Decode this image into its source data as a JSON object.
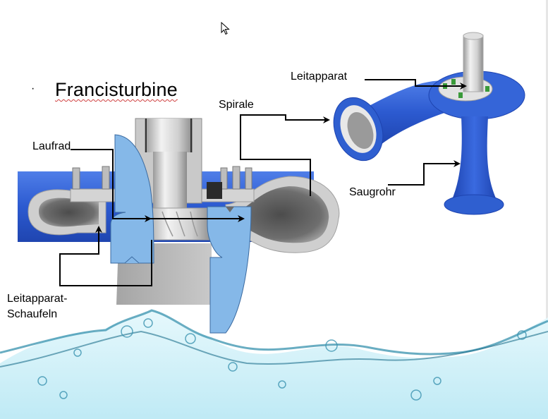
{
  "slide": {
    "bullet": "·",
    "title": "Francisturbine",
    "title_spellcheck_flag": true
  },
  "labels": {
    "laufrad": "Laufrad",
    "spirale": "Spirale",
    "leitapparat": "Leitapparat",
    "saugrohr": "Saugrohr",
    "leitapparat_schaufeln_line1": "Leitapparat-",
    "leitapparat_schaufeln_line2": "Schaufeln"
  },
  "colors": {
    "turbine_blue": "#2f5fd0",
    "flow_overlay_blue": "#85b8e8",
    "overlay_stroke": "#3a6aa0",
    "metal_gray": "#c8c8c8",
    "water_light": "#cdeff7",
    "water_dark": "#2a8aa8"
  },
  "icons": {
    "cursor": "mouse-pointer-arrow"
  }
}
